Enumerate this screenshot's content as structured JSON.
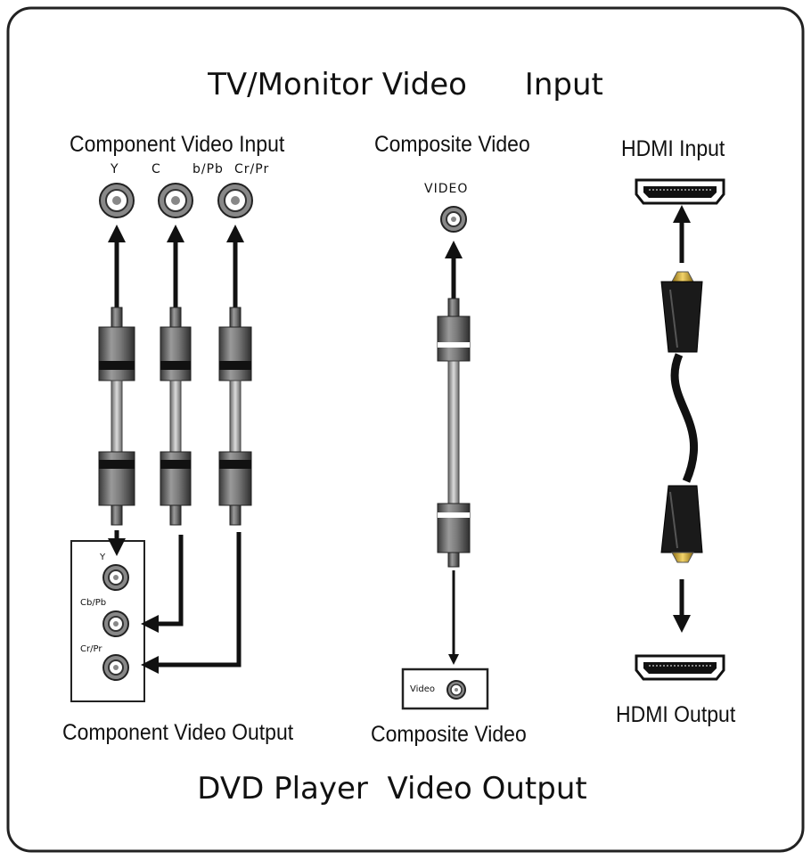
{
  "top_title": "TV/Monitor Video      Input",
  "bottom_title": "DVD Player  Video Output",
  "component": {
    "input_title": "Component Video Input",
    "input_jacks": [
      "Y",
      "C",
      "b/Pb",
      "Cr/Pr"
    ],
    "output_jacks": [
      "Y",
      "Cb/Pb",
      "Cr/Pr"
    ],
    "output_title": "Component Video Output"
  },
  "composite": {
    "input_title": "Composite Video",
    "input_jack": "VIDEO",
    "output_jack": "Video",
    "output_title": "Composite Video"
  },
  "hdmi": {
    "input_title": "HDMI Input",
    "output_title": "HDMI Output"
  }
}
